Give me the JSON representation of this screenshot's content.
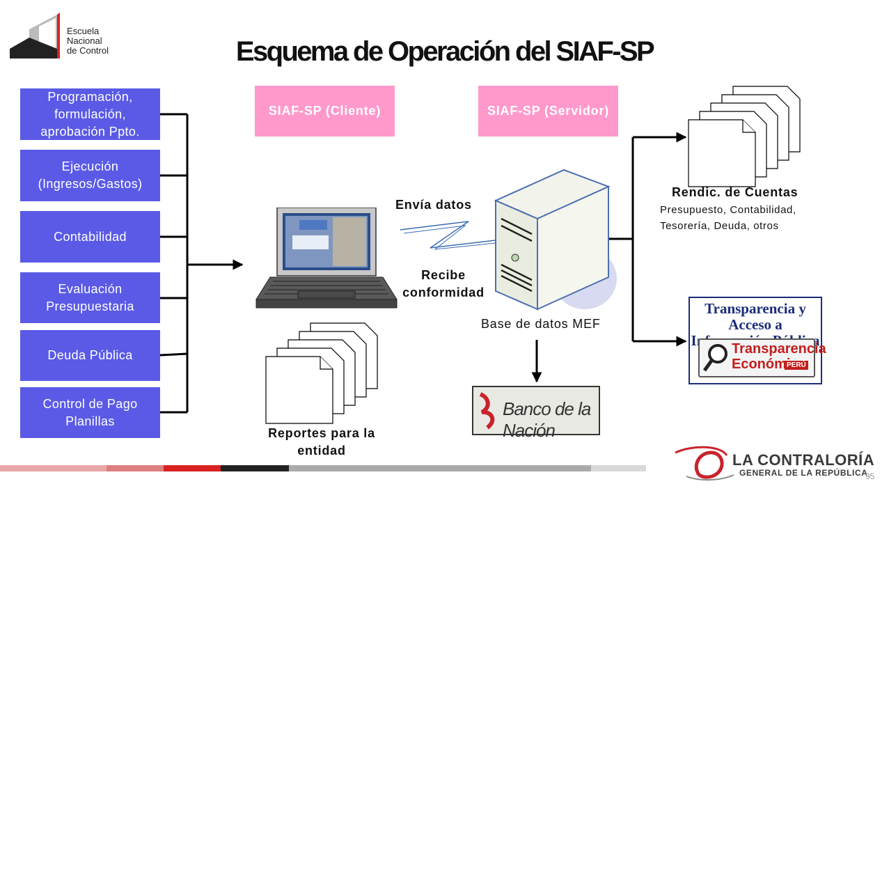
{
  "header": {
    "title": "Esquema de Operación del SIAF-SP",
    "org_logo_text": [
      "Escuela",
      "Nacional",
      "de Control"
    ]
  },
  "modules": [
    "Programación, formulación, aprobación Ppto.",
    "Ejecución (Ingresos/Gastos)",
    "Contabilidad",
    "Evaluación Presupuestaria",
    "Deuda Pública",
    "Control de Pago Planillas"
  ],
  "client_label": "SIAF-SP (Cliente)",
  "server_label": "SIAF-SP (Servidor)",
  "flow": {
    "sends": "Envía datos",
    "receives": "Recibe conformidad"
  },
  "db_label": "Base de datos MEF",
  "reports_label": "Reportes para la entidad",
  "rendicion": {
    "title": "Rendic. de Cuentas",
    "line1": "Presupuesto, Contabilidad,",
    "line2": "Tesorería, Deuda,  otros"
  },
  "transparencia": {
    "heading": "Transparencia y Acceso a Información Pública",
    "logo_line1": "Transparencia",
    "logo_line2": "Económica",
    "badge": "PERÚ"
  },
  "banco": "Banco de la Nación",
  "footer": {
    "org_line1": "LA CONTRALORÍA",
    "org_line2": "GENERAL DE LA REPÚBLICA",
    "page_number": "95"
  },
  "colors": {
    "module_box": "#5a5ae6",
    "siaf_box": "#ff99cc",
    "bar_light": "#e8a7a7",
    "bar_mid": "#de7f7f",
    "bar_red": "#d92121",
    "bar_dark": "#222222",
    "bar_gray": "#aaaaaa",
    "bar_light_gray": "#d9d9d9"
  }
}
